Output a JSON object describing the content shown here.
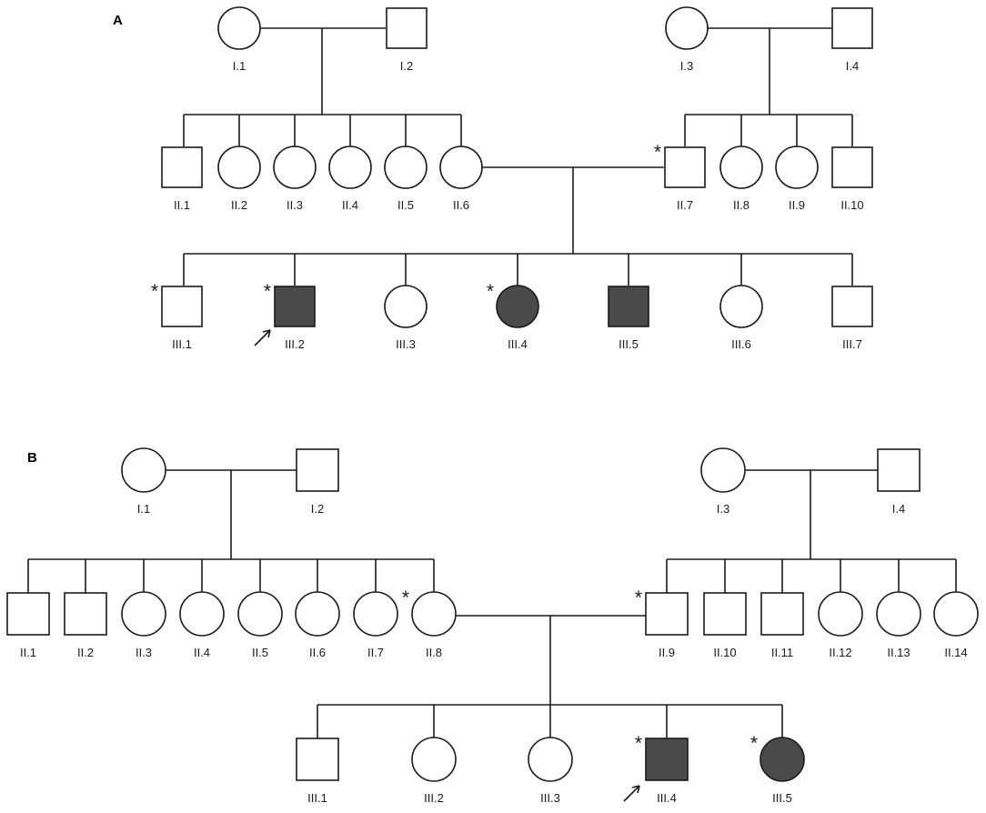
{
  "colors": {
    "line": "#1a1a1a",
    "affected": "#4a4a4a",
    "unaffected": "#ffffff"
  },
  "panels": [
    {
      "letter": "A",
      "individuals": [
        {
          "id": "I.1",
          "sex": "female",
          "affected": false
        },
        {
          "id": "I.2",
          "sex": "male",
          "affected": false
        },
        {
          "id": "I.3",
          "sex": "female",
          "affected": false
        },
        {
          "id": "I.4",
          "sex": "male",
          "affected": false
        },
        {
          "id": "II.1",
          "sex": "male",
          "affected": false
        },
        {
          "id": "II.2",
          "sex": "female",
          "affected": false
        },
        {
          "id": "II.3",
          "sex": "female",
          "affected": false
        },
        {
          "id": "II.4",
          "sex": "female",
          "affected": false
        },
        {
          "id": "II.5",
          "sex": "female",
          "affected": false
        },
        {
          "id": "II.6",
          "sex": "female",
          "affected": false
        },
        {
          "id": "II.7",
          "sex": "male",
          "affected": false,
          "star": "*"
        },
        {
          "id": "II.8",
          "sex": "female",
          "affected": false
        },
        {
          "id": "II.9",
          "sex": "female",
          "affected": false
        },
        {
          "id": "II.10",
          "sex": "male",
          "affected": false
        },
        {
          "id": "III.1",
          "sex": "male",
          "affected": false,
          "star": "*"
        },
        {
          "id": "III.2",
          "sex": "male",
          "affected": true,
          "star": "*",
          "proband": true
        },
        {
          "id": "III.3",
          "sex": "female",
          "affected": false
        },
        {
          "id": "III.4",
          "sex": "female",
          "affected": true,
          "star": "*"
        },
        {
          "id": "III.5",
          "sex": "male",
          "affected": true
        },
        {
          "id": "III.6",
          "sex": "female",
          "affected": false
        },
        {
          "id": "III.7",
          "sex": "male",
          "affected": false
        }
      ]
    },
    {
      "letter": "B",
      "individuals": [
        {
          "id": "I.1",
          "sex": "female",
          "affected": false
        },
        {
          "id": "I.2",
          "sex": "male",
          "affected": false
        },
        {
          "id": "I.3",
          "sex": "female",
          "affected": false
        },
        {
          "id": "I.4",
          "sex": "male",
          "affected": false
        },
        {
          "id": "II.1",
          "sex": "male",
          "affected": false
        },
        {
          "id": "II.2",
          "sex": "male",
          "affected": false
        },
        {
          "id": "II.3",
          "sex": "female",
          "affected": false
        },
        {
          "id": "II.4",
          "sex": "female",
          "affected": false
        },
        {
          "id": "II.5",
          "sex": "female",
          "affected": false
        },
        {
          "id": "II.6",
          "sex": "female",
          "affected": false
        },
        {
          "id": "II.7",
          "sex": "female",
          "affected": false
        },
        {
          "id": "II.8",
          "sex": "female",
          "affected": false,
          "star": "*"
        },
        {
          "id": "II.9",
          "sex": "male",
          "affected": false,
          "star": "*"
        },
        {
          "id": "II.10",
          "sex": "male",
          "affected": false
        },
        {
          "id": "II.11",
          "sex": "male",
          "affected": false
        },
        {
          "id": "II.12",
          "sex": "female",
          "affected": false
        },
        {
          "id": "II.13",
          "sex": "female",
          "affected": false
        },
        {
          "id": "II.14",
          "sex": "female",
          "affected": false
        },
        {
          "id": "III.1",
          "sex": "male",
          "affected": false
        },
        {
          "id": "III.2",
          "sex": "female",
          "affected": false
        },
        {
          "id": "III.3",
          "sex": "female",
          "affected": false
        },
        {
          "id": "III.4",
          "sex": "male",
          "affected": true,
          "star": "*",
          "proband": true
        },
        {
          "id": "III.5",
          "sex": "female",
          "affected": true,
          "star": "*"
        }
      ]
    }
  ]
}
